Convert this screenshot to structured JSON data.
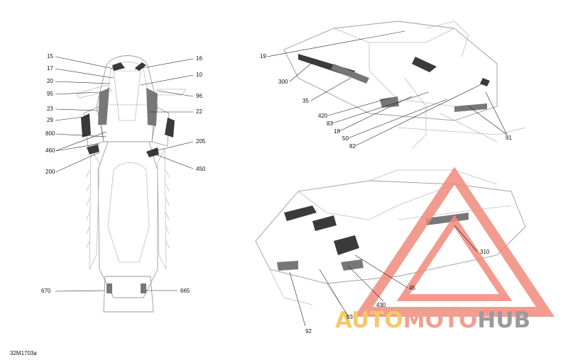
{
  "drawing_code": "32M1703a",
  "watermark": {
    "part1": "AUTO",
    "part2": "MOTO",
    "part3": "HUB",
    "color1": "#f2c14e",
    "color2": "#ef8f80",
    "color3": "#8a8a8a",
    "triangle_color": "#f08b7d"
  },
  "callouts": {
    "top_view": [
      "15",
      "17",
      "20",
      "95",
      "23",
      "29",
      "800",
      "460",
      "200",
      "16",
      "10",
      "96",
      "22",
      "205",
      "450",
      "670",
      "665"
    ],
    "rear_view": [
      "19",
      "300",
      "35",
      "420",
      "83",
      "18",
      "50",
      "82",
      "91"
    ],
    "front_view": [
      "310",
      "45",
      "430",
      "93",
      "92"
    ]
  }
}
